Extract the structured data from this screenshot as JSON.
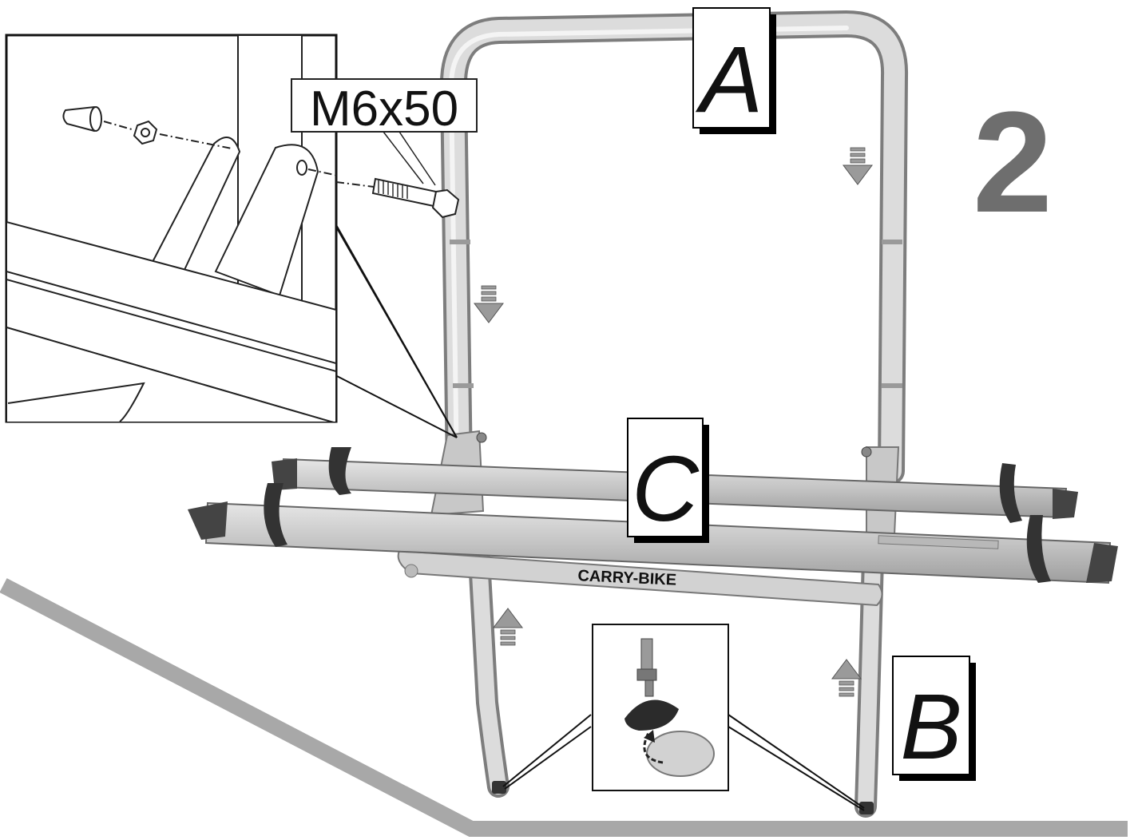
{
  "step_number": "2",
  "bolt_label": "M6x50",
  "part_labels": {
    "a": "A",
    "b": "B",
    "c": "C"
  },
  "brand_label": "CARRY-BIKE",
  "colors": {
    "tube": "#c9c9c9",
    "tube_edge": "#7d7d7d",
    "arrow": "#9a9a9a",
    "step_number": "#6e6e6e",
    "ground": "#a8a8a8",
    "rail_cap": "#444444"
  }
}
